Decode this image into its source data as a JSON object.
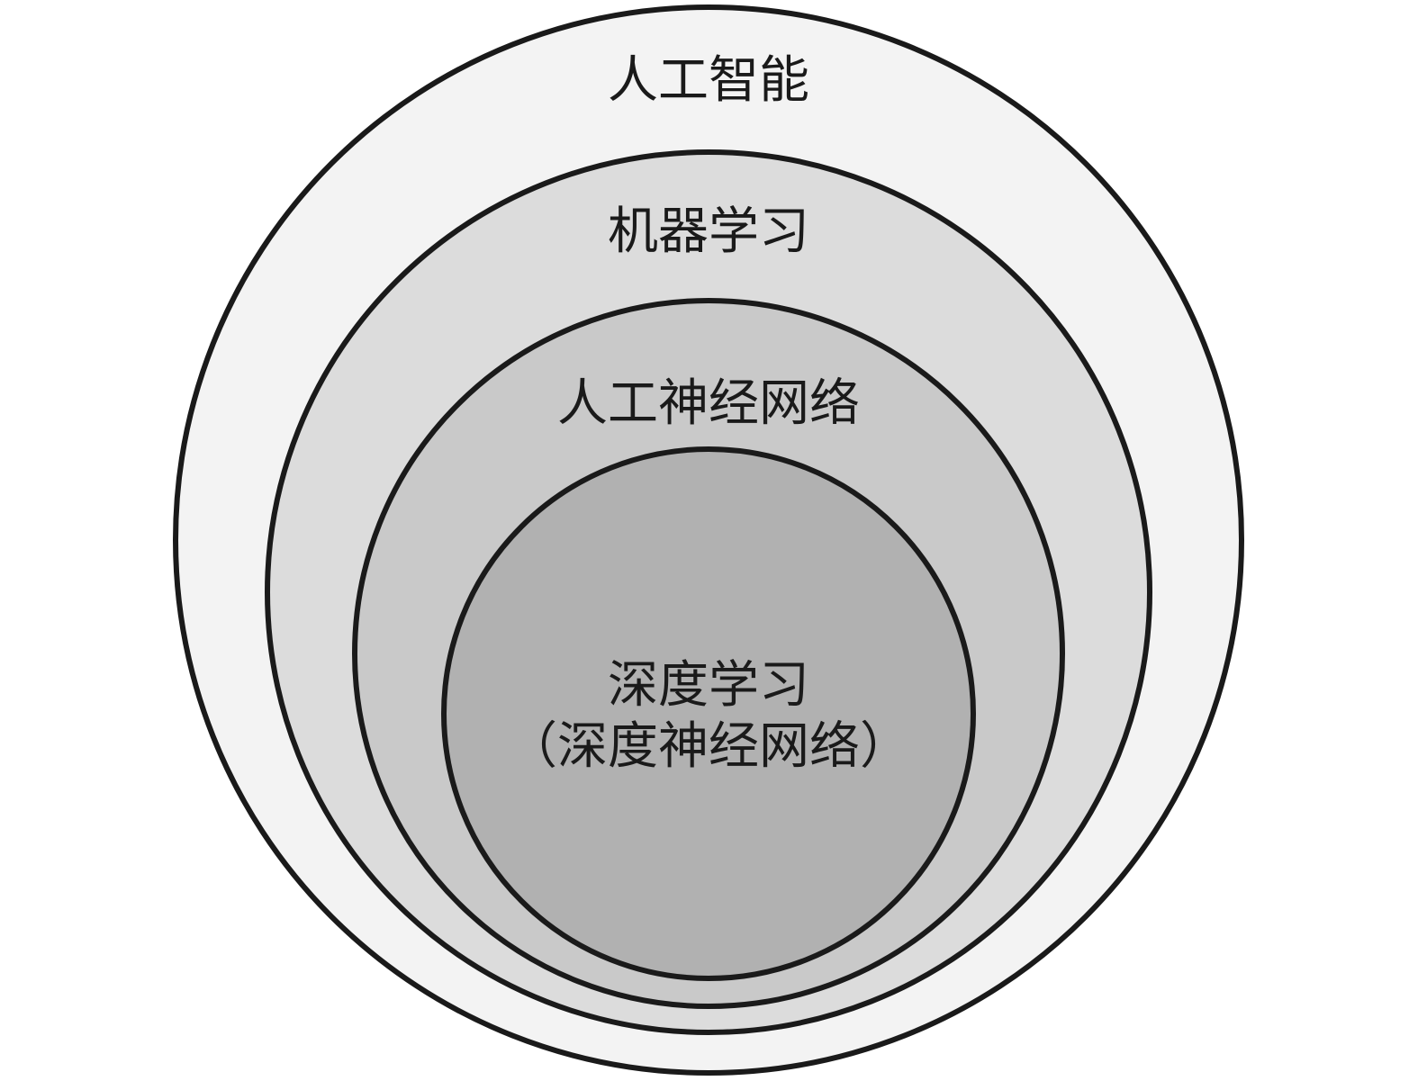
{
  "diagram": {
    "colors": {
      "stroke": "#1a1a1a",
      "background": "#ffffff"
    },
    "rings": [
      {
        "id": "ai",
        "label": "人工智能",
        "fill": "#f3f3f3"
      },
      {
        "id": "ml",
        "label": "机器学习",
        "fill": "#dcdcdc"
      },
      {
        "id": "ann",
        "label": "人工神经网络",
        "fill": "#c9c9c9"
      },
      {
        "id": "dl",
        "label": "深度学习",
        "sublabel": "（深度神经网络）",
        "fill": "#b1b1b1"
      }
    ]
  }
}
